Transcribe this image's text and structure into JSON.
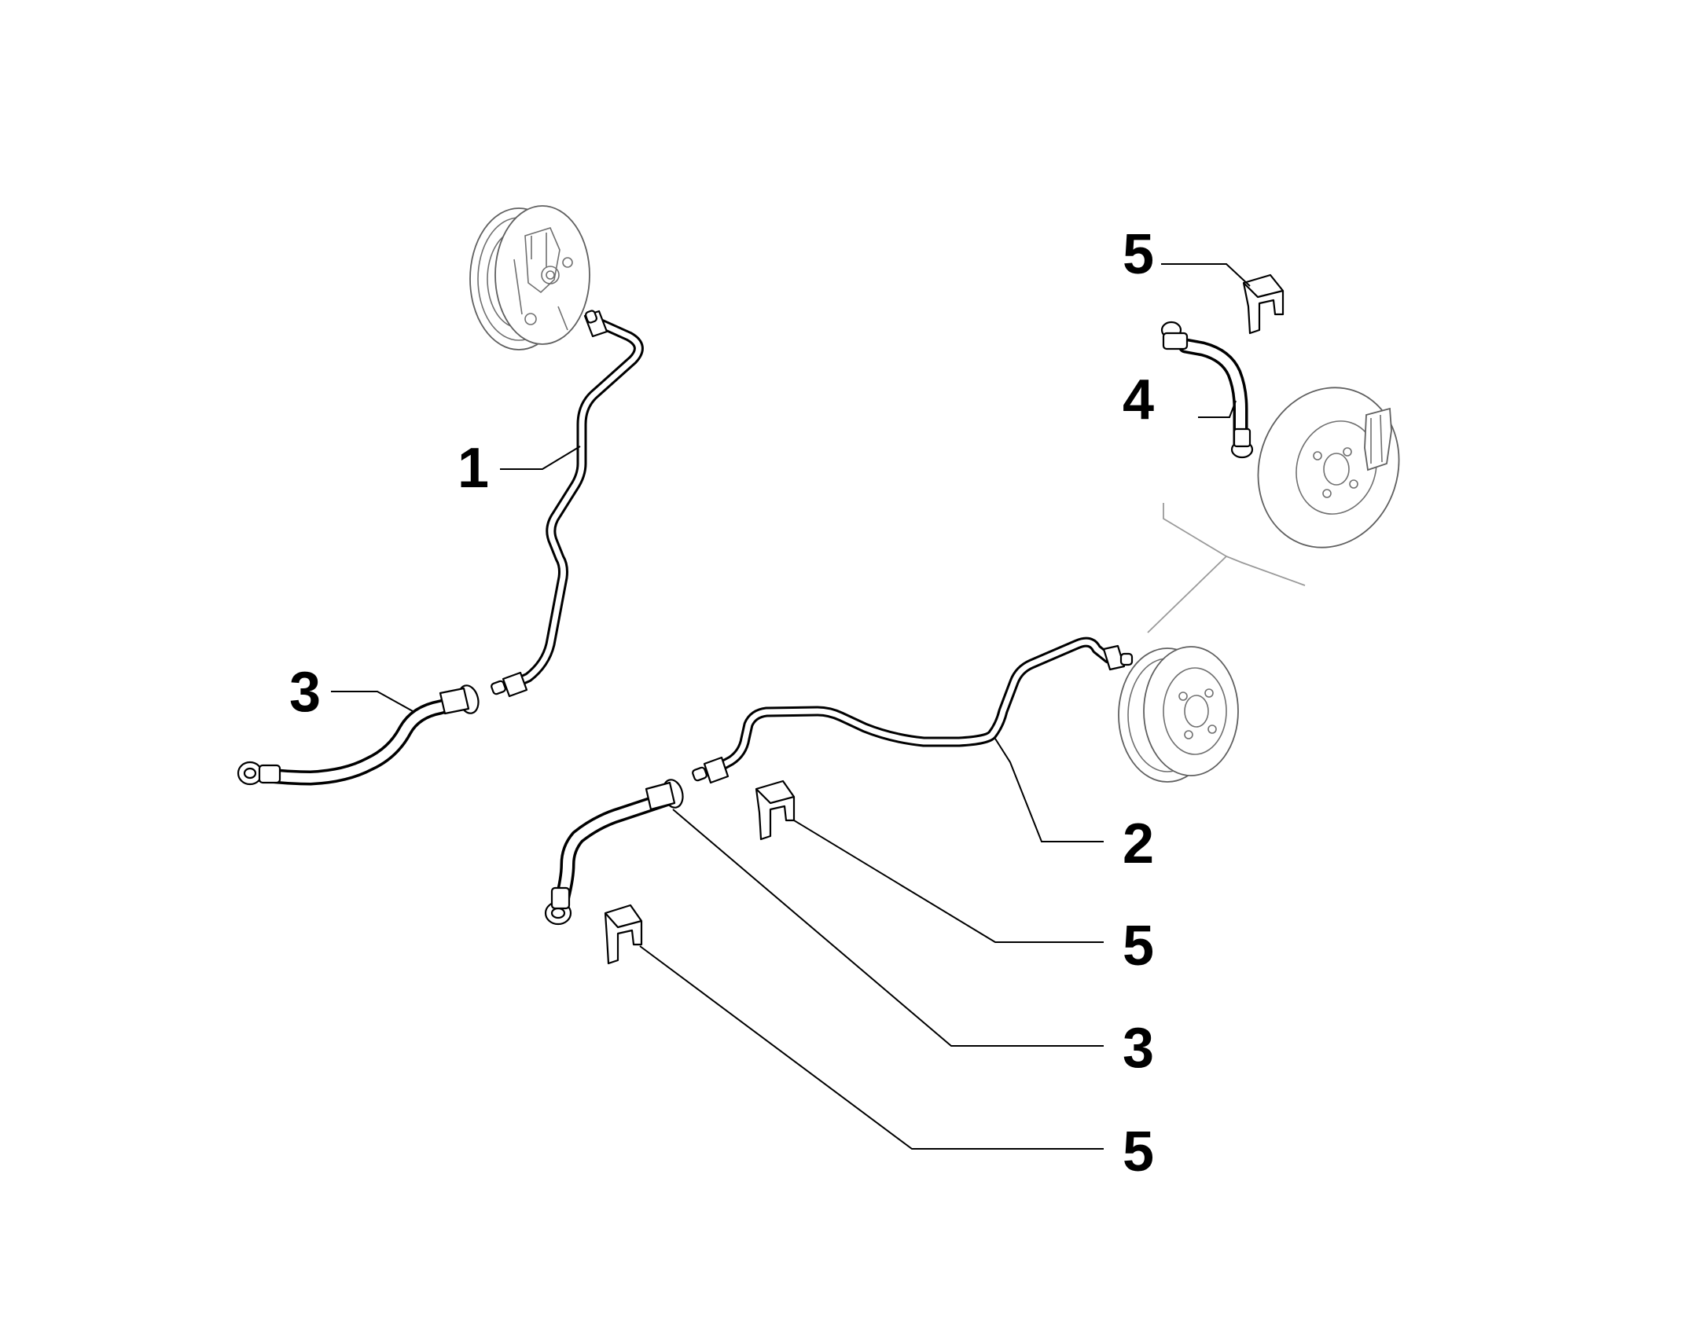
{
  "diagram": {
    "callouts": [
      {
        "id": "c1",
        "label": "1"
      },
      {
        "id": "c2",
        "label": "2"
      },
      {
        "id": "c3a",
        "label": "3"
      },
      {
        "id": "c3b",
        "label": "3"
      },
      {
        "id": "c4",
        "label": "4"
      },
      {
        "id": "c5a",
        "label": "5"
      },
      {
        "id": "c5b",
        "label": "5"
      },
      {
        "id": "c5c",
        "label": "5"
      }
    ]
  },
  "colors": {
    "line": "#000000",
    "background": "#ffffff",
    "guide": "#9a9a9a",
    "component": "#707070"
  }
}
